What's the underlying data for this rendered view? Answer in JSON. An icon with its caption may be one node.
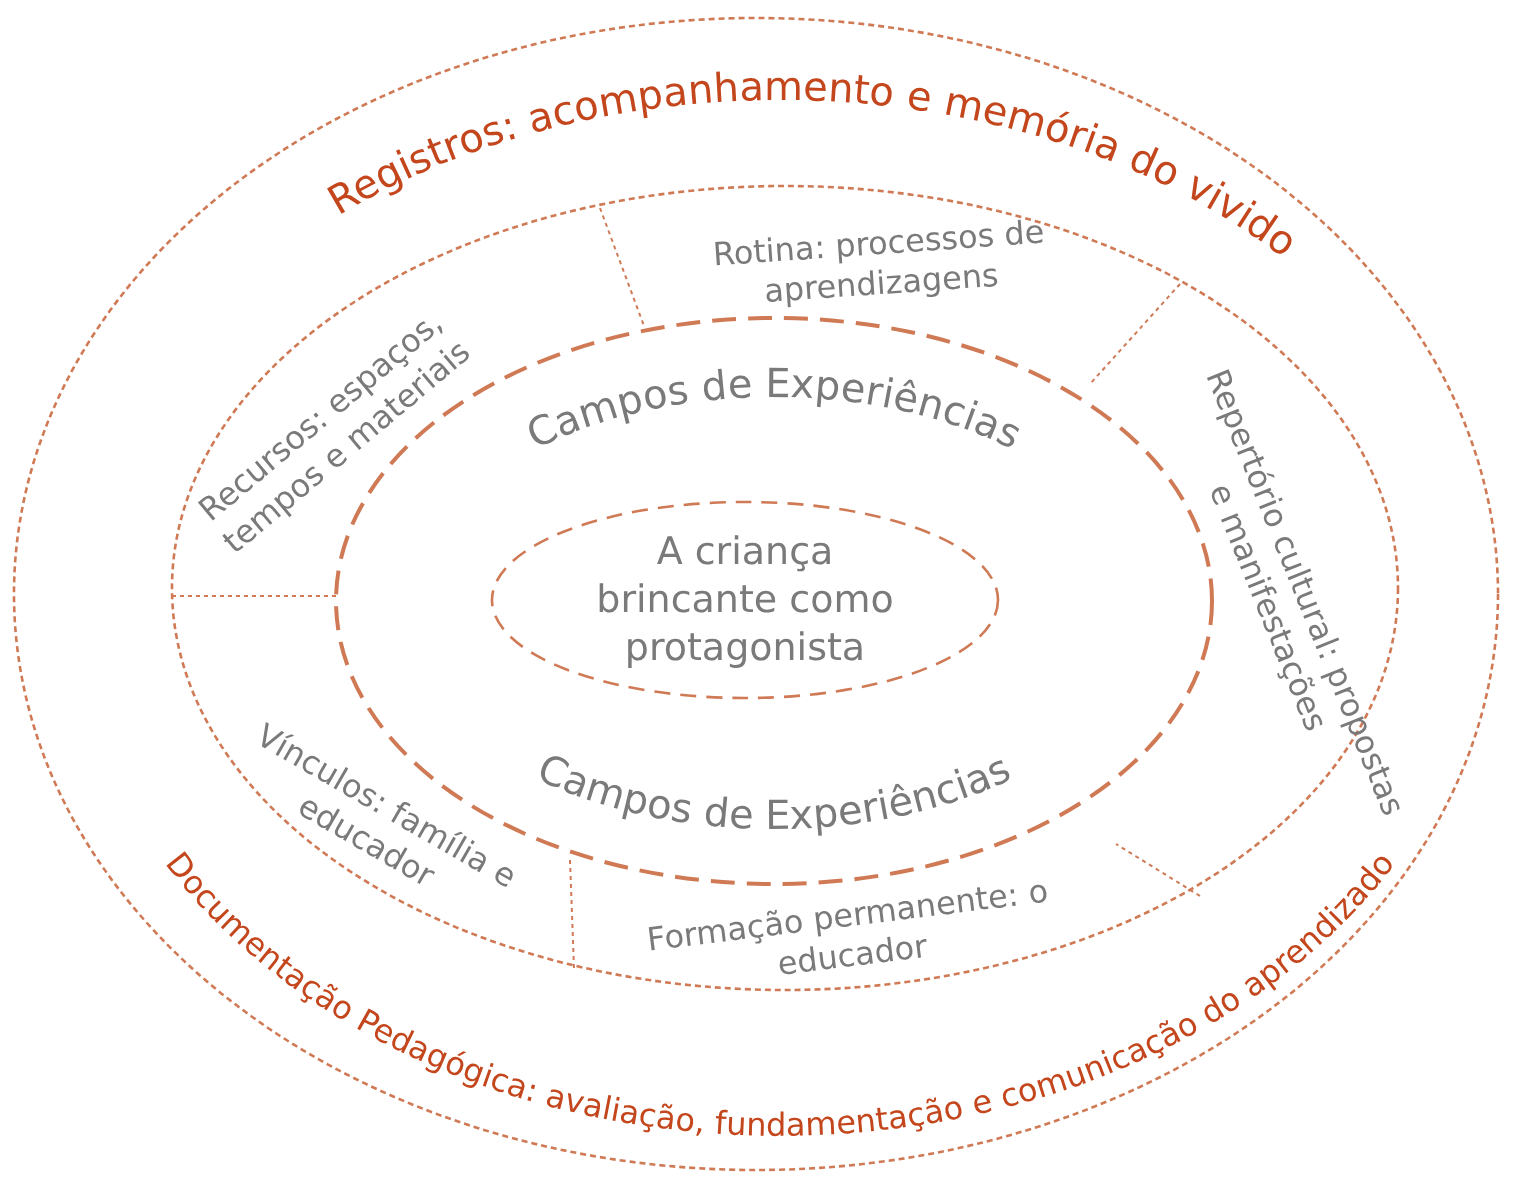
{
  "diagram": {
    "nodes": [
      {
        "text": [
          "Registros: acompanhamento e memória do vivido",
          "Documentação Pedagógica: avaliação, fundamentação e comunicação do aprendizado"
        ]
      },
      {
        "text": [],
        "shape": "ellipse",
        "in": 0
      },
      {
        "text": [
          "Recursos: espaços, tempos e materiais"
        ],
        "in": 1
      },
      {
        "text": [
          "Rotina: processos de aprendizagens"
        ],
        "in": 1
      },
      {
        "text": [
          "Repertório cultural: propostas e manifestações"
        ],
        "in": 1
      },
      {
        "text": [
          "Vínculos: família e educador"
        ],
        "in": 1
      },
      {
        "text": [
          "Formação permanente: o educador"
        ],
        "in": 1
      },
      {
        "text": [
          "Campos de Experiências",
          "Campos de Experiências"
        ],
        "in": 1
      },
      {
        "text": [
          "A criança brincante como protagonista"
        ],
        "in": 7
      }
    ]
  }
}
